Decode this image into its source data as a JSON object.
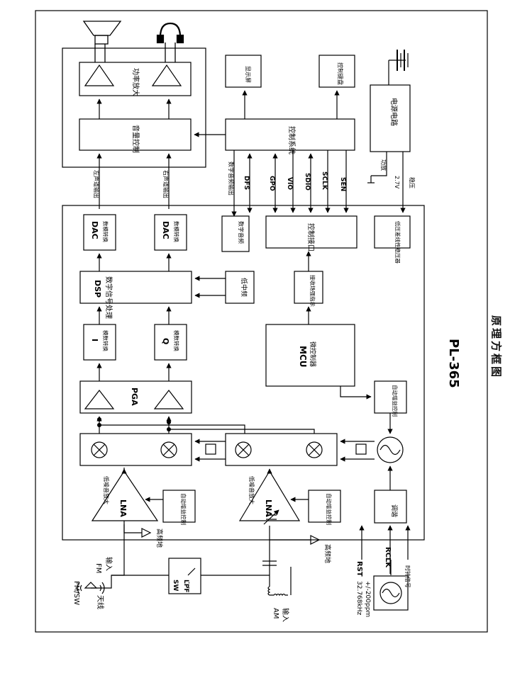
{
  "title": "PL-365",
  "caption": "原理方框图",
  "labels": {
    "power_amp": "功率放大",
    "volume_control": "音量控制",
    "display": "显示屏",
    "keypad": "控制键盘",
    "control_system": "控制系统",
    "power_circuit": "电源电路",
    "left_out": "左声道输出",
    "right_out": "右声道输出",
    "digital_audio_out": "数字音频输出",
    "sig_dfs": "DFS",
    "sig_gpo": "GPO",
    "sig_vio": "VIO",
    "sig_sdio": "SDIO",
    "sig_sclk": "SCLK",
    "sig_sen": "SEN",
    "amp_short": "功放",
    "v27": "2.7V",
    "regulated": "稳压",
    "dac": "DAC",
    "dac_sub": "数模转换",
    "digital_audio": "数字音频",
    "control_interface": "控制接口",
    "ldo": "低压差线性稳压器",
    "dsp": "DSP",
    "dsp_sub": "数字信号处理",
    "low_if": "低中频",
    "rssi": "接收场强指示",
    "adc_i": "I",
    "adc_q": "Q",
    "adc_sub": "模数转换",
    "mcu": "MCU",
    "mcu_sub": "微控制器",
    "agc": "自动增益控制",
    "pga": "PGA",
    "lna": "LNA",
    "lna_sub": "低噪音放大",
    "hf_ground": "高频地",
    "tune": "调谐",
    "fm_sw": "FM/SW",
    "antenna": "天线",
    "fm": "FM",
    "input": "输入",
    "sw": "SW",
    "lpf": "LPF",
    "am": "AM",
    "rst": "RST",
    "rclk": "RCLK",
    "clock_signal": "时钟信号",
    "crystal_freq": "32.768kHz",
    "crystal_tol": "+/-200ppm"
  }
}
